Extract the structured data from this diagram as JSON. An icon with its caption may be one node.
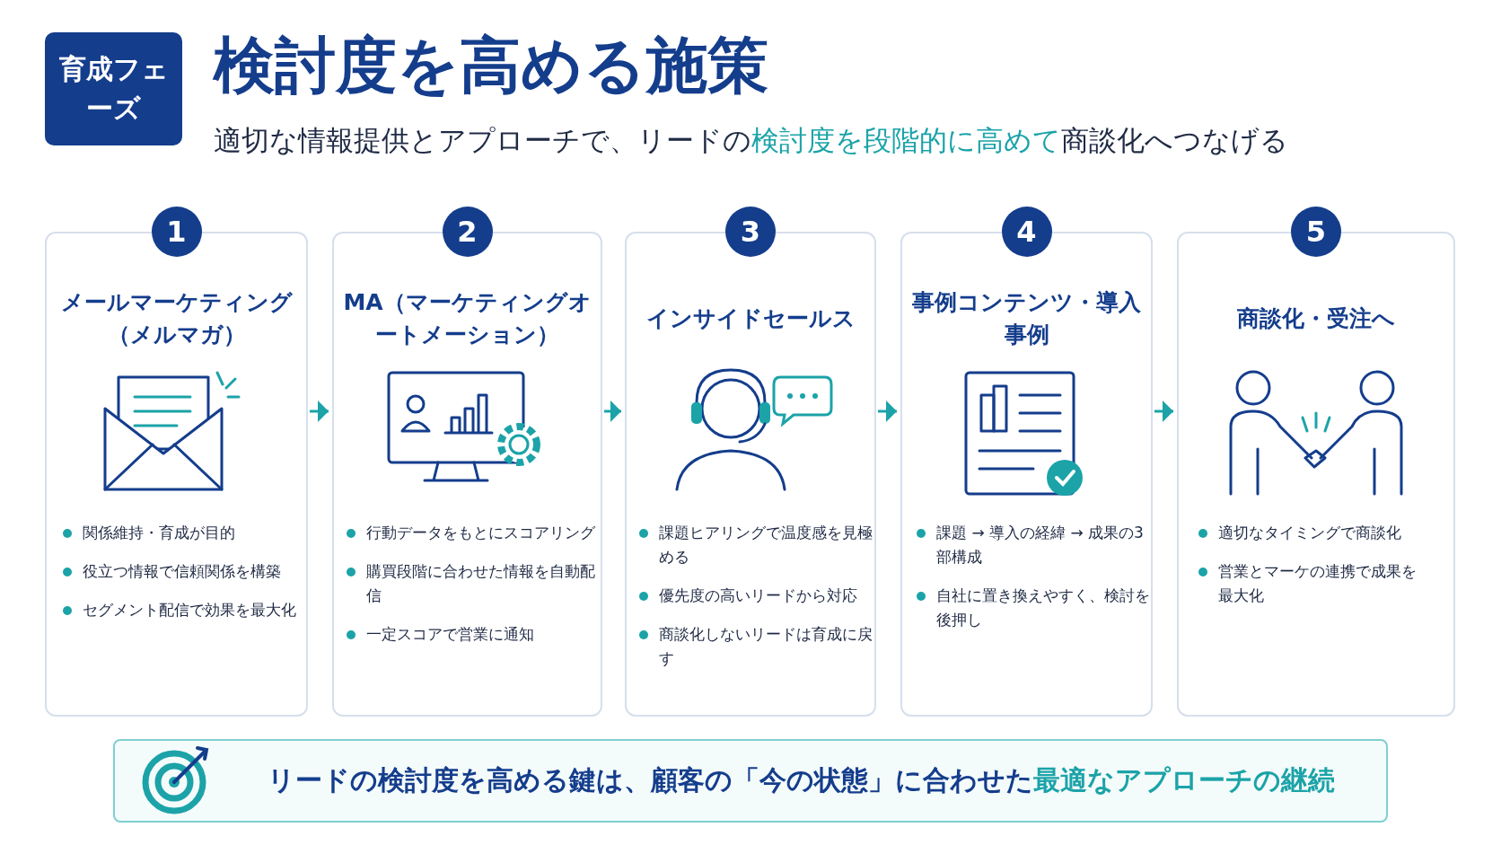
{
  "diagram": {
    "title": "検討度を高める施策",
    "nodes": [
      {
        "text": [
          "育成フェーズ"
        ]
      },
      {
        "text": [
          "1",
          "メールマーケティング（メルマガ）",
          "関係維持・育成が目的",
          "役立つ情報で信頼関係を構築",
          "セグメント配信で効果を最大化"
        ]
      },
      {
        "text": [
          "2",
          "MA（マーケティングオートメーション）",
          "行動データをもとにスコアリング",
          "購買段階に合わせた情報を自動配信",
          "一定スコアで営業に通知"
        ]
      },
      {
        "text": [
          "3",
          "インサイドセールス",
          "課題ヒアリングで温度感を見極める",
          "優先度の高いリードから対応",
          "商談化しないリードは育成に戻す"
        ]
      },
      {
        "text": [
          "4",
          "事例コンテンツ・導入事例",
          "課題 → 導入の経緯 → 成果の3部構成",
          "自社に置き換えやすく、検討を後押し"
        ]
      },
      {
        "text": [
          "5",
          "商談化・受注へ",
          "適切なタイミングで商談化",
          "営業とマーケの連携で成果を最大化"
        ]
      },
      {
        "text": [
          "リードの検討度を高める鍵は、顧客の「今の状態」に合わせた**最適なアプローチの継続**"
        ]
      }
    ],
    "edges": [
      {
        "from": 1,
        "to": 2,
        "arrow": "to"
      },
      {
        "from": 2,
        "to": 3,
        "arrow": "to"
      },
      {
        "from": 3,
        "to": 4,
        "arrow": "to"
      },
      {
        "from": 4,
        "to": 5,
        "arrow": "to"
      }
    ],
    "labels": [
      "適切な情報提供とアプローチで、リードの**検討度を段階的に高めて**商談化へつなげる"
    ]
  }
}
